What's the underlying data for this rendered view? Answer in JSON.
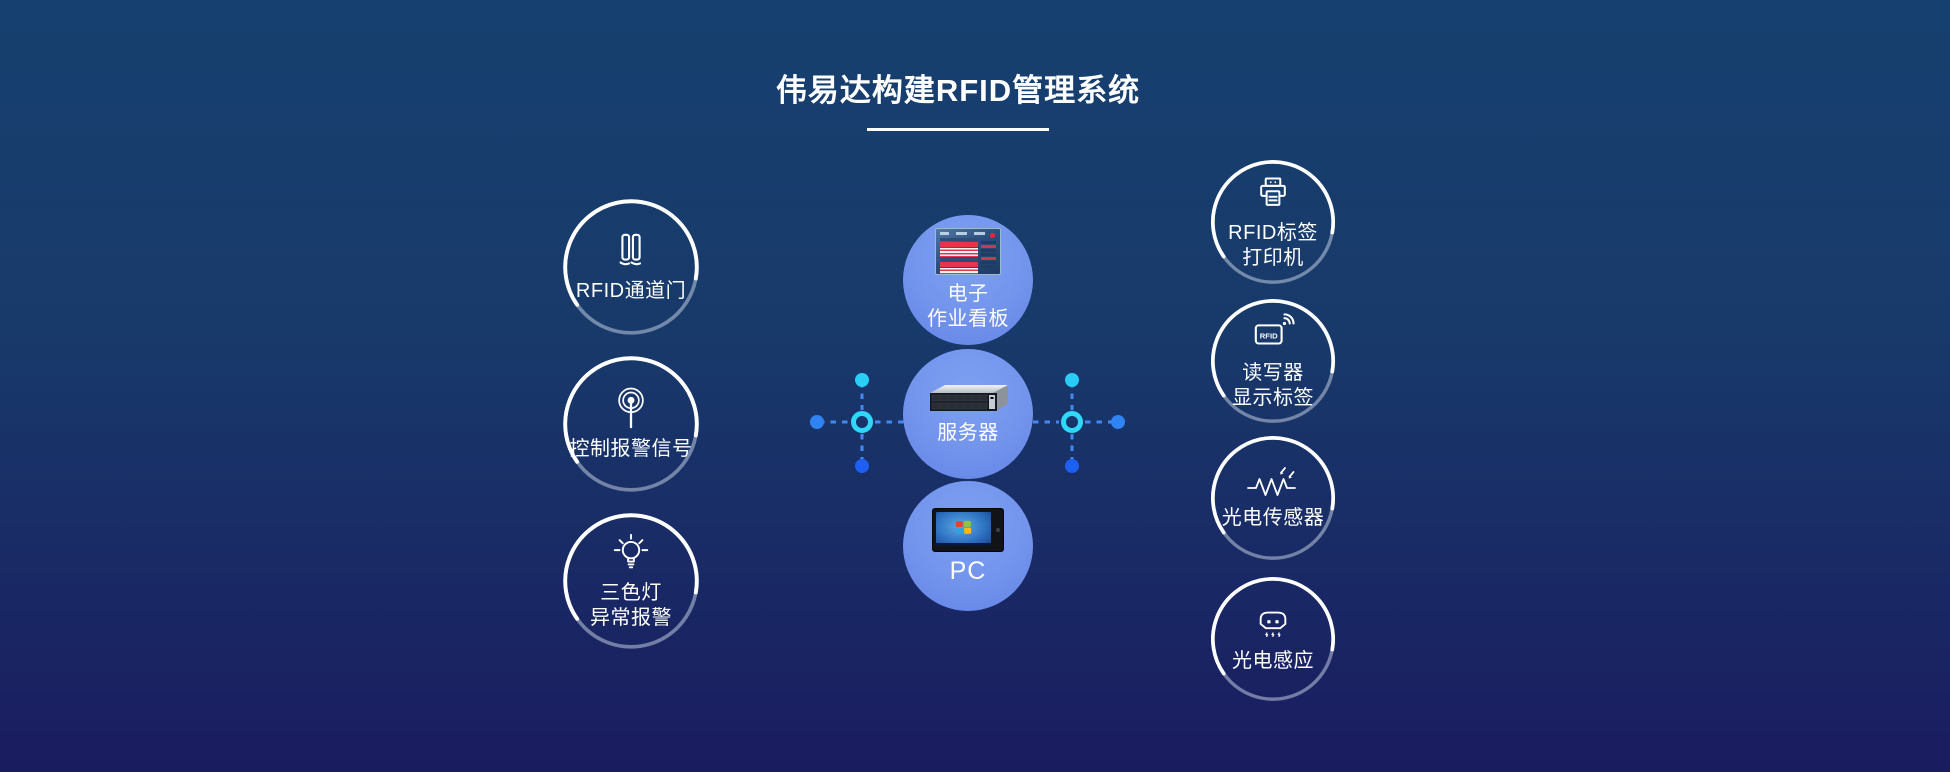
{
  "title": {
    "text": "伟易达构建RFID管理系统"
  },
  "colors": {
    "background_top": "#16406f",
    "background_bottom": "#1a1c60",
    "filled_node": "#7394ec",
    "ring_bright": "#ffffff",
    "ring_dim": "rgba(205,216,232,0.5)",
    "dash_line": "#4189f0",
    "dot_cyan": "#29cdf5",
    "dot_blue": "#2f83f2",
    "dot_deep_blue": "#1d5ff2",
    "ring_cyan": "#2fd8f8",
    "label_text": "#ffffff"
  },
  "nodes": {
    "left": [
      {
        "id": "rfid-gate",
        "icon": "gate-icon",
        "lines": [
          "RFID通道门"
        ]
      },
      {
        "id": "alarm-signal",
        "icon": "antenna-icon",
        "lines": [
          "控制报警信号"
        ]
      },
      {
        "id": "tricolor-alarm",
        "icon": "bulb-icon",
        "lines": [
          "三色灯",
          "异常报警"
        ]
      }
    ],
    "center": [
      {
        "id": "e-kanban",
        "image": "kanban-screen",
        "lines": [
          "电子",
          "作业看板"
        ]
      },
      {
        "id": "server",
        "image": "server-image",
        "lines": [
          "服务器"
        ]
      },
      {
        "id": "pc",
        "image": "pc-image",
        "lines": [
          "PC"
        ]
      }
    ],
    "right": [
      {
        "id": "rfid-label-printer",
        "icon": "printer-icon",
        "lines": [
          "RFID标签",
          "打印机"
        ]
      },
      {
        "id": "reader-display",
        "icon": "rfid-tag-icon",
        "icon_text": "RFID",
        "lines": [
          "读写器",
          "显示标签"
        ]
      },
      {
        "id": "photo-sensor",
        "icon": "resistor-icon",
        "lines": [
          "光电传感器"
        ]
      },
      {
        "id": "photo-sensing",
        "icon": "dome-sensor-icon",
        "lines": [
          "光电感应"
        ]
      }
    ]
  }
}
